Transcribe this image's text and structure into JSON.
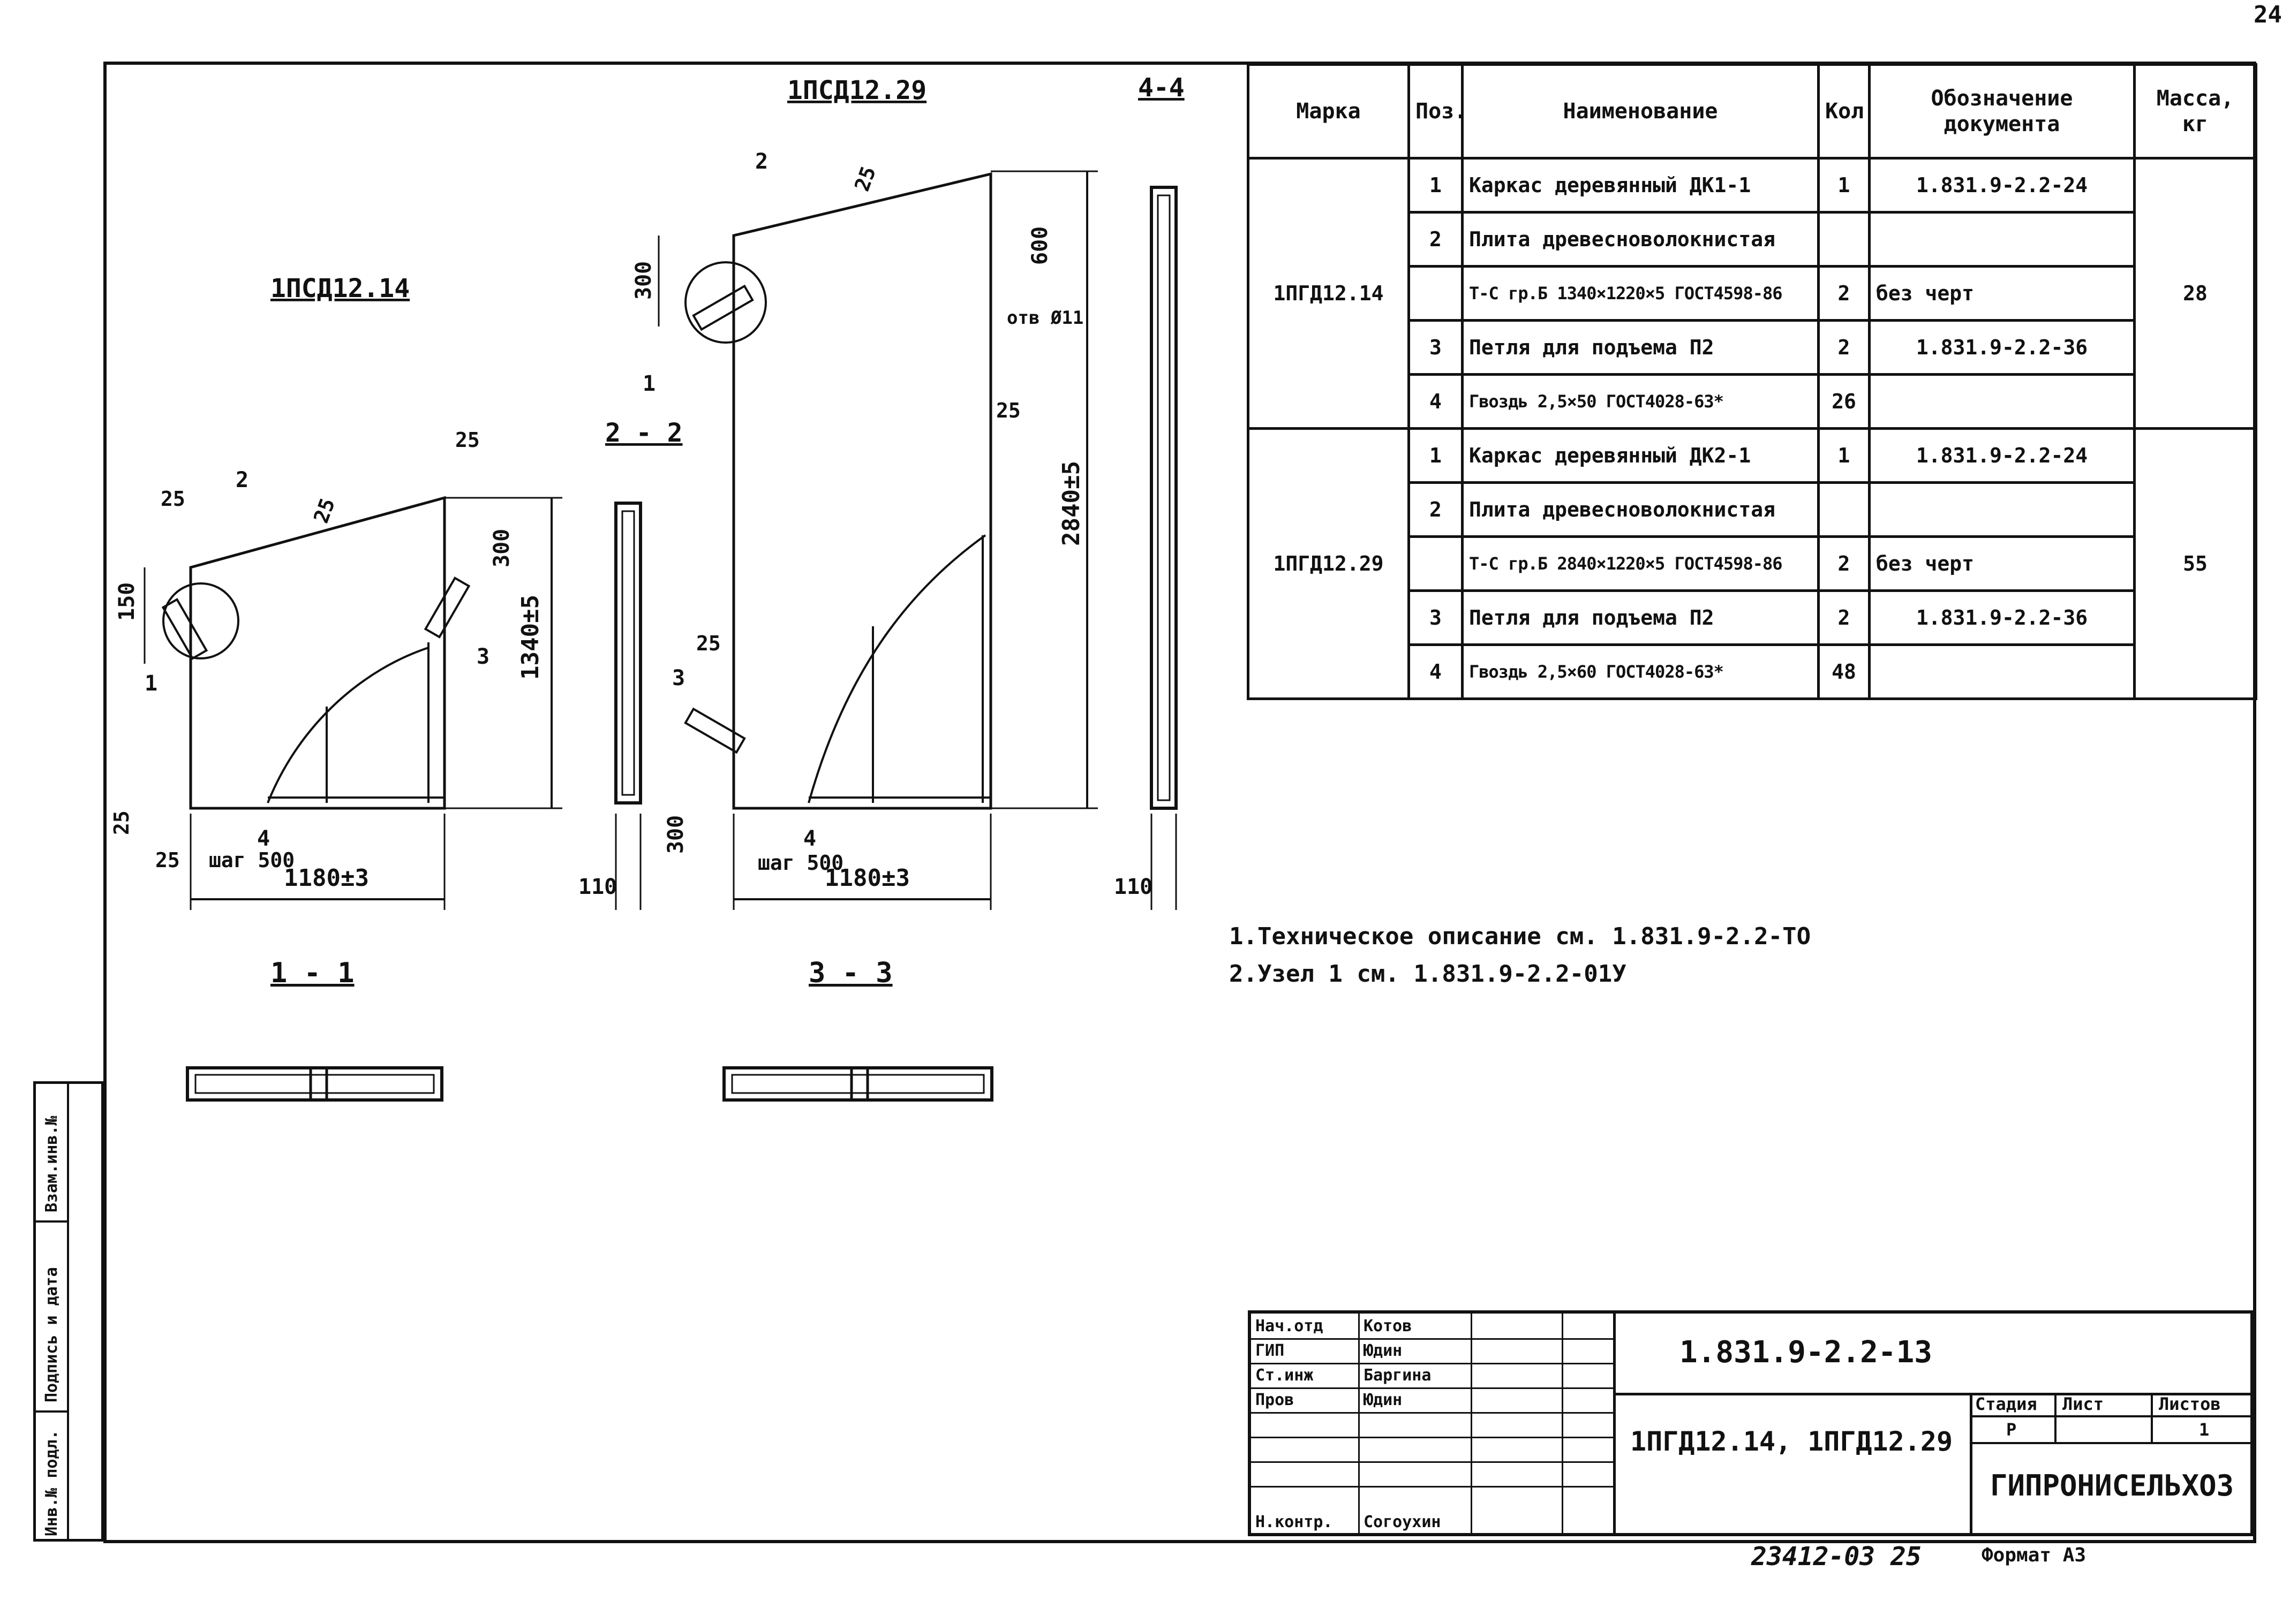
{
  "sheet_number": "24",
  "views": {
    "view_a_title": "1ПСД12.14",
    "view_b_title": "1ПСД12.29",
    "section_2_2": "2 - 2",
    "section_4_4": "4-4",
    "section_1_1": "1 - 1",
    "section_3_3": "3 - 3",
    "dims_a": {
      "w": "1180±3",
      "h": "1340±5",
      "d300": "300",
      "d150": "150",
      "d25a": "25",
      "d25b": "25",
      "d25c": "25",
      "d25d": "25",
      "d25e": "25",
      "step": "шаг 500",
      "p1": "1",
      "p2": "2",
      "p3": "3",
      "p4": "4"
    },
    "dims_b": {
      "w": "1180±3",
      "h": "2840±5",
      "d600": "600",
      "d300": "300",
      "d300b": "300",
      "d25a": "25",
      "d25b": "25",
      "d25c": "25",
      "hole": "отв Ø11",
      "step": "шаг 500",
      "p1": "1",
      "p2": "2",
      "p3": "3",
      "p4": "4"
    },
    "thk_a": "110",
    "thk_b": "110"
  },
  "spec_table": {
    "headers": [
      "Марка",
      "Поз.",
      "Наименование",
      "Кол",
      "Обозначение документа",
      "Масса, кг"
    ],
    "groups": [
      {
        "mark": "1ПГД12.14",
        "mass": "28",
        "rows": [
          {
            "pos": "1",
            "name": "Каркас деревянный ДК1-1",
            "qty": "1",
            "doc": "1.831.9-2.2-24"
          },
          {
            "pos": "2",
            "name": "Плита древесноволокнистая",
            "qty": "",
            "doc": ""
          },
          {
            "pos": "",
            "name": "Т-С гр.Б 1340×1220×5 ГОСТ4598-86",
            "qty": "2",
            "doc": "без черт"
          },
          {
            "pos": "3",
            "name": "Петля для подъема П2",
            "qty": "2",
            "doc": "1.831.9-2.2-36"
          },
          {
            "pos": "4",
            "name": "Гвоздь 2,5×50 ГОСТ4028-63*",
            "qty": "26",
            "doc": ""
          }
        ]
      },
      {
        "mark": "1ПГД12.29",
        "mass": "55",
        "rows": [
          {
            "pos": "1",
            "name": "Каркас деревянный ДК2-1",
            "qty": "1",
            "doc": "1.831.9-2.2-24"
          },
          {
            "pos": "2",
            "name": "Плита древесноволокнистая",
            "qty": "",
            "doc": ""
          },
          {
            "pos": "",
            "name": "Т-С гр.Б 2840×1220×5 ГОСТ4598-86",
            "qty": "2",
            "doc": "без черт"
          },
          {
            "pos": "3",
            "name": "Петля для подъема П2",
            "qty": "2",
            "doc": "1.831.9-2.2-36"
          },
          {
            "pos": "4",
            "name": "Гвоздь 2,5×60 ГОСТ4028-63*",
            "qty": "48",
            "doc": ""
          }
        ]
      }
    ]
  },
  "notes": [
    "1.Техническое описание см. 1.831.9-2.2-ТО",
    "2.Узел 1 см. 1.831.9-2.2-01У"
  ],
  "title_block": {
    "doc_code": "1.831.9-2.2-13",
    "title": "1ПГД12.14, 1ПГД12.29",
    "organization": "ГИПРОНИСЕЛЬХОЗ",
    "stage_header": "Стадия",
    "sheet_header": "Лист",
    "sheets_header": "Листов",
    "stage": "Р",
    "sheet": "",
    "sheets": "1",
    "signers": [
      {
        "role": "Нач.отд",
        "name": "Котов"
      },
      {
        "role": "ГИП",
        "name": "Юдин"
      },
      {
        "role": "Ст.инж",
        "name": "Баргина"
      },
      {
        "role": "Пров",
        "name": "Юдин"
      },
      {
        "role": "",
        "name": ""
      },
      {
        "role": "",
        "name": ""
      },
      {
        "role": "",
        "name": ""
      },
      {
        "role": "Н.контр.",
        "name": "Согоухин"
      }
    ]
  },
  "sidebar": {
    "cells": [
      "Инв.№ подл.",
      "Подпись и дата",
      "Взам.инв.№"
    ]
  },
  "footer": {
    "inventory": "23412-03",
    "page": "25",
    "format": "Формат А3"
  }
}
